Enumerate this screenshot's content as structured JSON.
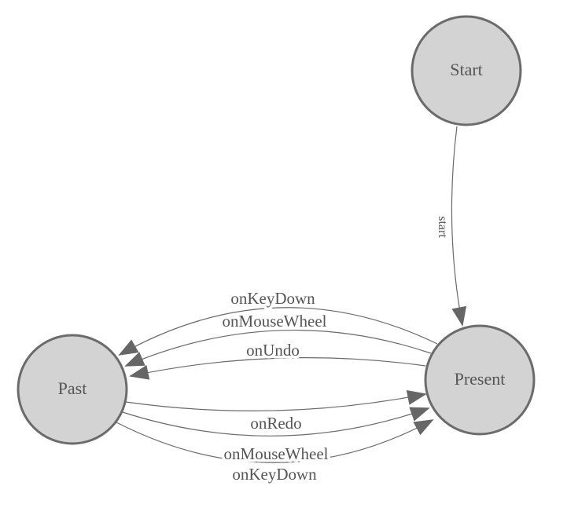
{
  "diagram": {
    "type": "state-machine",
    "background_color": "#ffffff",
    "node_fill_color": "#d3d3d3",
    "node_border_color": "#6b6b6b",
    "edge_color": "#6a6a6a",
    "arrowhead_color": "#666666",
    "label_color": "#555555",
    "nodes": [
      {
        "id": "start",
        "label": "Start"
      },
      {
        "id": "present",
        "label": "Present"
      },
      {
        "id": "past",
        "label": "Past"
      }
    ],
    "edges": [
      {
        "from": "start",
        "to": "present",
        "label": "start"
      },
      {
        "from": "present",
        "to": "past",
        "label": "onKeyDown"
      },
      {
        "from": "present",
        "to": "past",
        "label": "onMouseWheel"
      },
      {
        "from": "present",
        "to": "past",
        "label": "onUndo"
      },
      {
        "from": "past",
        "to": "present",
        "label": "onRedo"
      },
      {
        "from": "past",
        "to": "present",
        "label": "onMouseWheel"
      },
      {
        "from": "past",
        "to": "present",
        "label": "onKeyDown"
      }
    ]
  }
}
